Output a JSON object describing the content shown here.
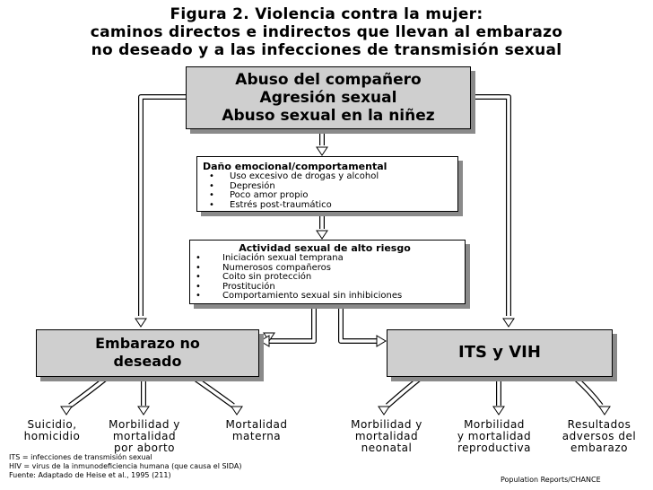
{
  "title": {
    "line1": "Figura 2. Violencia contra la mujer:",
    "line2": "caminos directos e indirectos que llevan al embarazo",
    "line3": "no deseado y a las infecciones de transmisión sexual"
  },
  "top_box": {
    "lines": [
      "Abuso del compañero",
      "Agresión sexual",
      "Abuso sexual en la niñez"
    ]
  },
  "emotional_box": {
    "heading": "Daño emocional/comportamental",
    "items": [
      "Uso excesivo de drogas y alcohol",
      "Depresión",
      "Poco amor propio",
      "Estrés post-traumático"
    ]
  },
  "sexual_box": {
    "heading": "Actividad sexual de alto riesgo",
    "items": [
      "Iniciación sexual temprana",
      "Numerosos compañeros",
      "Coito sin protección",
      "Prostitución",
      "Comportamiento sexual sin inhibiciones"
    ]
  },
  "left_outcome_box": {
    "lines": [
      "Embarazo no",
      "deseado"
    ]
  },
  "right_outcome_box": {
    "lines": [
      "ITS y VIH"
    ]
  },
  "outcomes": [
    {
      "lines": [
        "Suicidio,",
        "homicidio"
      ]
    },
    {
      "lines": [
        "Morbilidad y",
        "mortalidad",
        "por aborto"
      ]
    },
    {
      "lines": [
        "Mortalidad",
        "materna"
      ]
    },
    {
      "lines": [
        "Morbilidad y",
        "mortalidad",
        "neonatal"
      ]
    },
    {
      "lines": [
        "Morbilidad",
        "y mortalidad",
        "reproductiva"
      ]
    },
    {
      "lines": [
        "Resultados",
        "adversos del",
        "embarazo"
      ]
    }
  ],
  "footnotes": [
    "ITS = infecciones de transmisión sexual",
    "HIV = virus de la inmunodeficiencia humana (que causa el SIDA)",
    "Fuente: Adaptado de Heise et al., 1995 (211)"
  ],
  "credit": "Population Reports/CHANCE"
}
